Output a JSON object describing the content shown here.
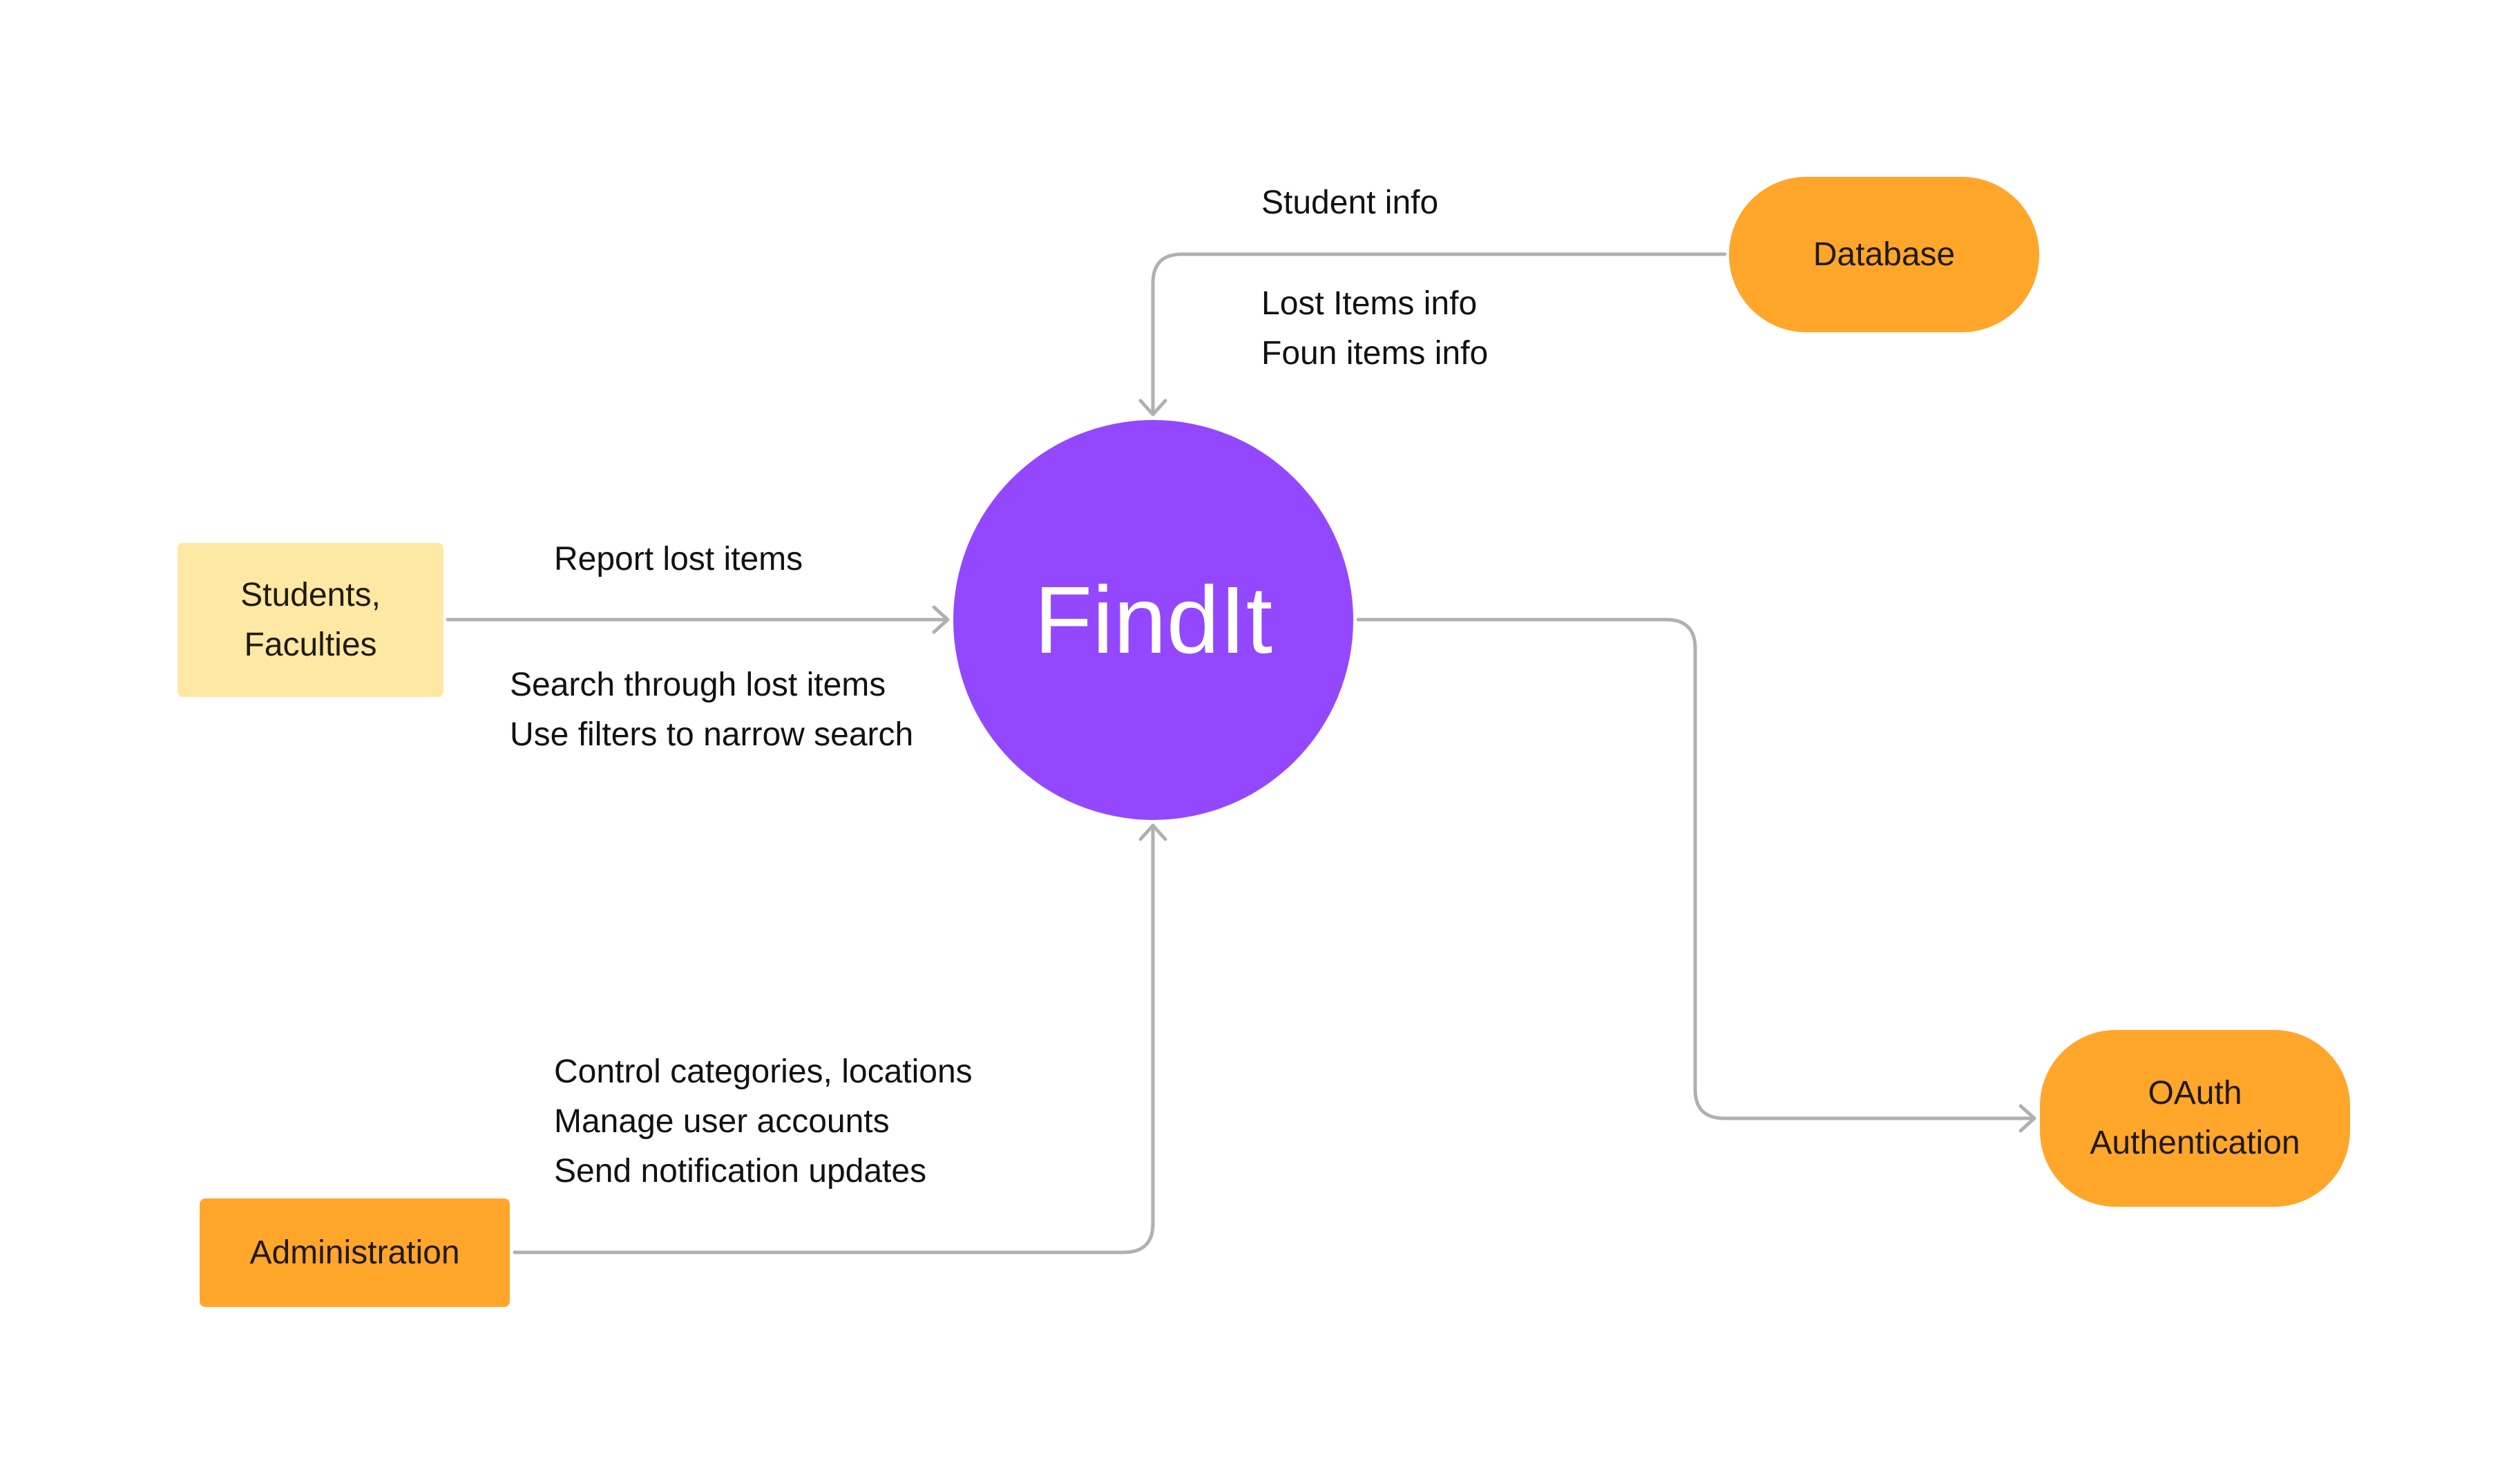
{
  "colors": {
    "process": "#9348ff",
    "entity_light": "#ffe8a3",
    "entity": "#ffa62b",
    "arrow": "#b0b0b0",
    "text": "#111111",
    "process_text": "#ffffff"
  },
  "process": {
    "label": "FindIt"
  },
  "entities": {
    "students": {
      "lines": [
        "Students,",
        "Faculties"
      ]
    },
    "admin": {
      "label": "Administration"
    },
    "database": {
      "label": "Database"
    },
    "oauth": {
      "lines": [
        "OAuth",
        "Authentication"
      ]
    }
  },
  "flows": {
    "students_to_findit": {
      "above": "Report lost items",
      "below": [
        "Search through lost items",
        "Use filters to narrow search"
      ]
    },
    "database_to_findit": {
      "above": "Student info",
      "below": [
        "Lost Items info",
        "Foun items info"
      ]
    },
    "admin_to_findit": {
      "lines": [
        "Control categories, locations",
        "Manage user accounts",
        "Send notification updates"
      ]
    }
  }
}
